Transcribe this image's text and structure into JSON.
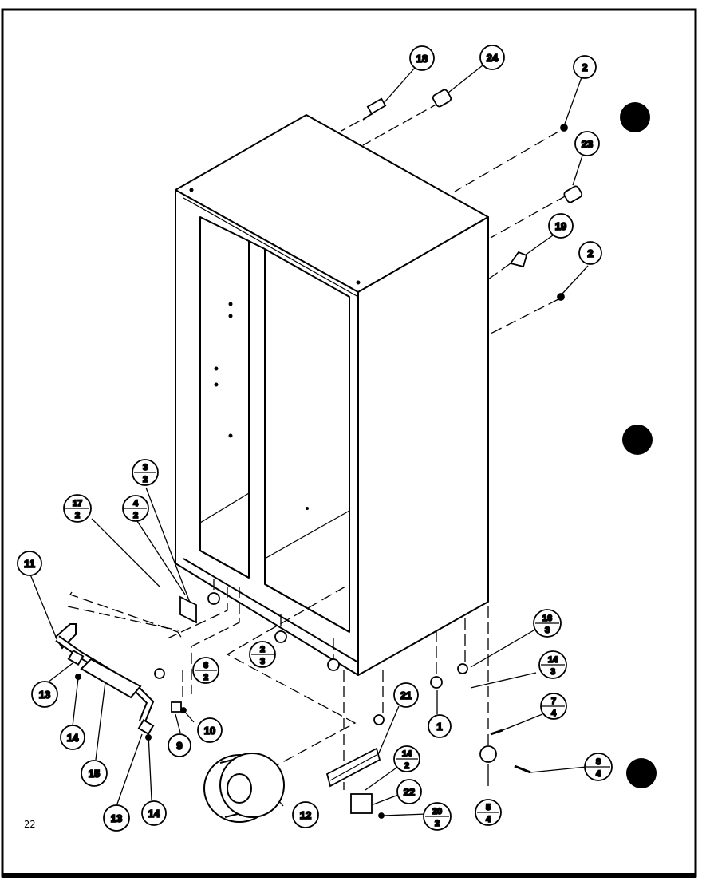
{
  "page": {
    "number": "22"
  },
  "callouts": [
    {
      "id": "c18",
      "label": "18"
    },
    {
      "id": "c24",
      "label": "24"
    },
    {
      "id": "c2a",
      "label": "2"
    },
    {
      "id": "c23",
      "label": "23"
    },
    {
      "id": "c19",
      "label": "19"
    },
    {
      "id": "c2b",
      "label": "2"
    },
    {
      "id": "c11",
      "label": "11"
    },
    {
      "id": "c13a",
      "label": "13"
    },
    {
      "id": "c14a",
      "label": "14"
    },
    {
      "id": "c15",
      "label": "15"
    },
    {
      "id": "c13b",
      "label": "13"
    },
    {
      "id": "c14b",
      "label": "14"
    },
    {
      "id": "c9",
      "label": "9"
    },
    {
      "id": "c10",
      "label": "10"
    },
    {
      "id": "c12",
      "label": "12"
    },
    {
      "id": "c21",
      "label": "21"
    },
    {
      "id": "c22",
      "label": "22"
    },
    {
      "id": "c1",
      "label": "1"
    }
  ],
  "fractions": [
    {
      "id": "f3_2",
      "top": "3",
      "bottom": "2"
    },
    {
      "id": "f17_2",
      "top": "17",
      "bottom": "2"
    },
    {
      "id": "f4_2",
      "top": "4",
      "bottom": "2"
    },
    {
      "id": "f6_2",
      "top": "6",
      "bottom": "2"
    },
    {
      "id": "f2_3",
      "top": "2",
      "bottom": "3"
    },
    {
      "id": "f16_3",
      "top": "16",
      "bottom": "3"
    },
    {
      "id": "f14_3",
      "top": "14",
      "bottom": "3"
    },
    {
      "id": "f7_4",
      "top": "7",
      "bottom": "4"
    },
    {
      "id": "f8_4",
      "top": "8",
      "bottom": "4"
    },
    {
      "id": "f5_4",
      "top": "5",
      "bottom": "4"
    },
    {
      "id": "f14_2",
      "top": "14",
      "bottom": "2"
    },
    {
      "id": "f20_2",
      "top": "20",
      "bottom": "2"
    }
  ]
}
